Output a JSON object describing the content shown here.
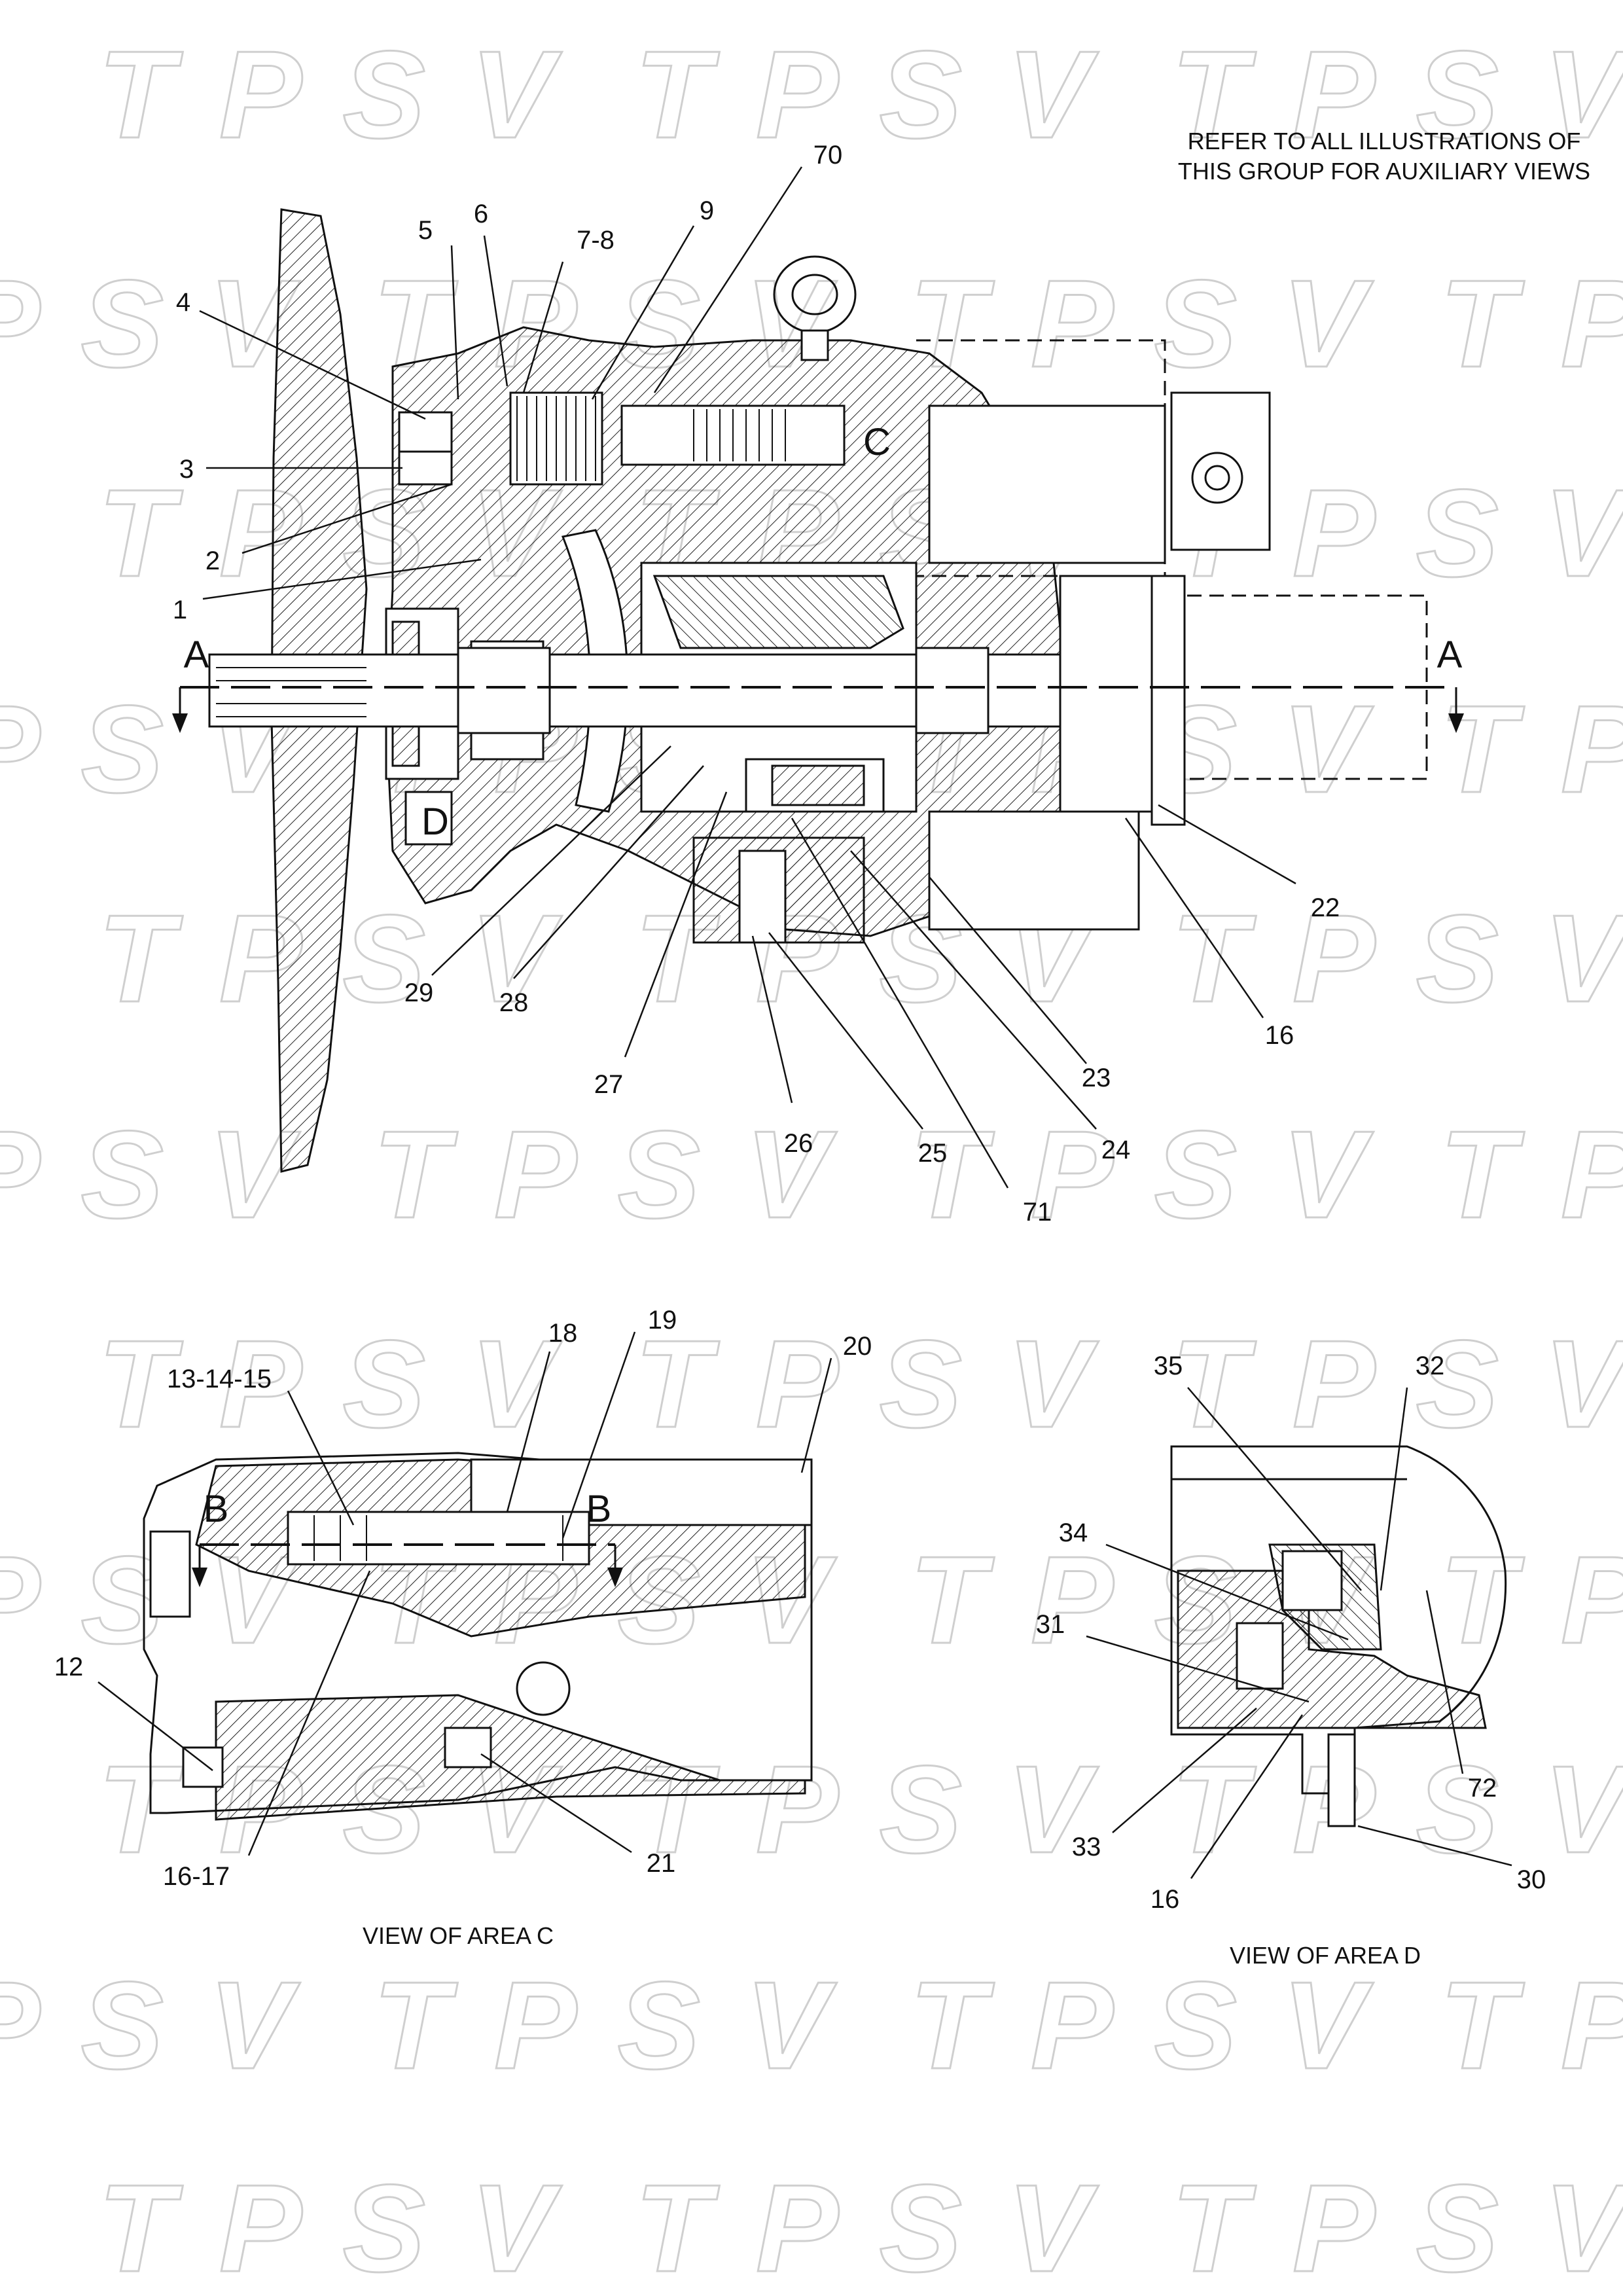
{
  "note": {
    "line1": "REFER TO ALL ILLUSTRATIONS OF",
    "line2": "THIS GROUP FOR AUXILIARY VIEWS"
  },
  "watermark": "T P S V",
  "main_view": {
    "section_letter_left": "A",
    "section_letter_right": "A",
    "area_c_letter": "C",
    "area_d_letter": "D",
    "callouts": [
      "1",
      "2",
      "3",
      "4",
      "5",
      "6",
      "7-8",
      "9",
      "70",
      "22",
      "16",
      "23",
      "24",
      "71",
      "25",
      "26",
      "27",
      "28",
      "29"
    ]
  },
  "view_c": {
    "caption": "VIEW OF AREA C",
    "section_letter_left": "B",
    "section_letter_right": "B",
    "callouts": [
      "13-14-15",
      "18",
      "19",
      "20",
      "12",
      "16-17",
      "21"
    ]
  },
  "view_d": {
    "caption": "VIEW OF AREA D",
    "callouts": [
      "35",
      "32",
      "34",
      "31",
      "72",
      "33",
      "16",
      "30"
    ]
  }
}
